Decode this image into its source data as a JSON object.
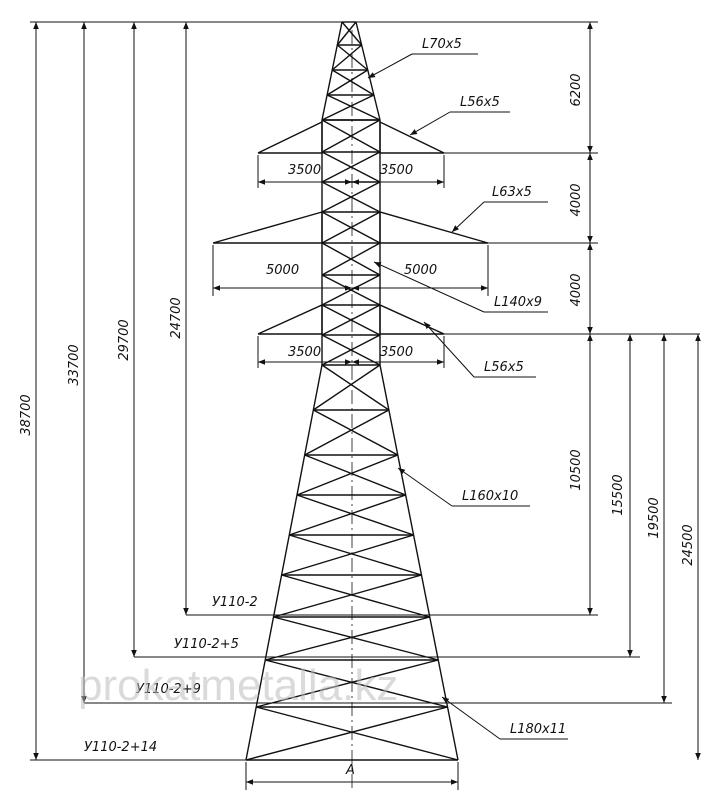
{
  "dimensions": {
    "overall": [
      "38700",
      "33700",
      "29700",
      "24700"
    ],
    "segments_right": [
      "6200",
      "4000",
      "4000",
      "10500"
    ],
    "traverse_heights": [
      "15500",
      "19500",
      "24500"
    ],
    "arm_top": [
      "3500",
      "3500"
    ],
    "arm_mid": [
      "5000",
      "5000"
    ],
    "arm_low": [
      "3500",
      "3500"
    ],
    "base_width": "A"
  },
  "members": {
    "peak": "L70x5",
    "top_arm": "L56x5",
    "mid_arm": "L63x5",
    "mast": "L140x9",
    "low_arm": "L56x5",
    "leg": "L160x10",
    "base_leg": "L180x11"
  },
  "variants": [
    "У110-2",
    "У110-2+5",
    "У110-2+9",
    "У110-2+14"
  ],
  "watermark": "prokatmetalla.kz"
}
